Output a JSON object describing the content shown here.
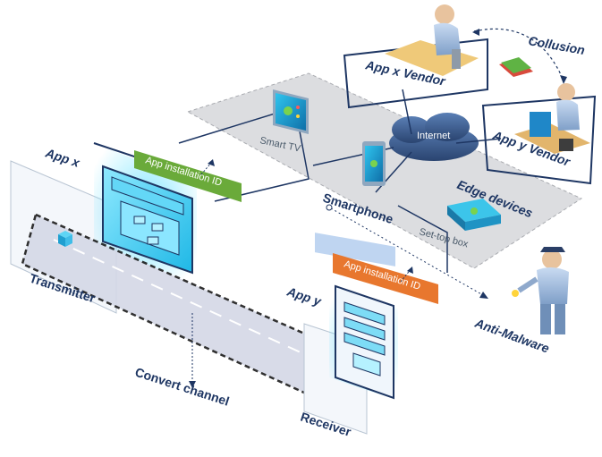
{
  "labels": {
    "app_x_vendor": "App x Vendor",
    "app_y_vendor": "App y Vendor",
    "collusion": "Collusion",
    "internet": "Internet",
    "smart_tv": "Smart TV",
    "smartphone": "Smartphone",
    "edge_devices": "Edge devices",
    "set_top_box": "Set-top box",
    "app_x": "App x",
    "app_y": "App y",
    "transmitter": "Transmitter",
    "receiver": "Receiver",
    "covert_channel": "Convert channel",
    "anti_malware": "Anti-Malware",
    "app_installation_id_green": "App installation ID",
    "app_installation_id_orange": "App installation ID"
  },
  "colors": {
    "navy": "#1e3663",
    "green_tag": "#6aaa3a",
    "orange_tag": "#e8772e",
    "cyan_glow": "#3fd0f0",
    "gray_panel": "#d9dadc",
    "cloud": "#3b5b8f"
  },
  "icons": [
    "vendor-person-icon",
    "police-person-icon",
    "smart-tv-icon",
    "smartphone-icon",
    "set-top-box-icon",
    "cube-icon",
    "arrow-icon"
  ]
}
